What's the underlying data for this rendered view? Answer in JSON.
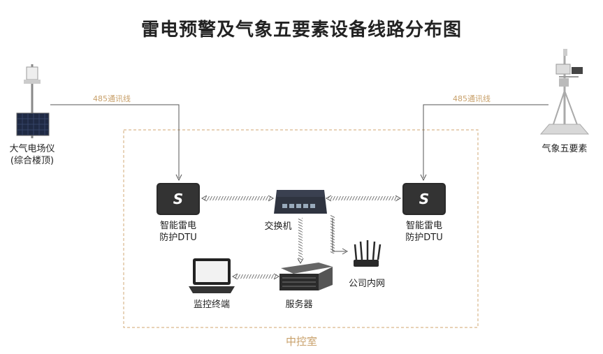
{
  "title": "雷电预警及气象五要素设备线路分布图",
  "room_label": "中控室",
  "link_left_label": "485通讯线",
  "link_right_label": "485通讯线",
  "devices": {
    "field_mill": {
      "label_line1": "大气电场仪",
      "label_line2": "(综合楼顶)"
    },
    "weather_station": {
      "label": "气象五要素"
    },
    "dtu_left": {
      "label_line1": "智能雷电",
      "label_line2": "防护DTU"
    },
    "dtu_right": {
      "label_line1": "智能雷电",
      "label_line2": "防护DTU"
    },
    "switch": {
      "label": "交换机"
    },
    "server": {
      "label": "服务器"
    },
    "monitor": {
      "label": "监控终端"
    },
    "router": {
      "label": "公司内网"
    }
  },
  "colors": {
    "accent": "#c8a06a",
    "line": "#555555",
    "device_dark": "#2a2a2a"
  }
}
